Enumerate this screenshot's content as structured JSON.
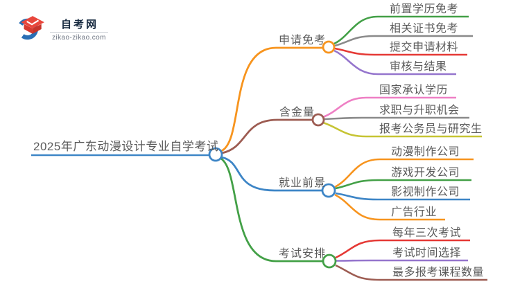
{
  "logo": {
    "title": "自考网",
    "domain": "zikao-zikao.com"
  },
  "colors": {
    "blue": "#3d85c6",
    "orange": "#f7941e",
    "green": "#43a047",
    "gray": "#8a8a8a",
    "red": "#e53935",
    "purple": "#9575cd",
    "maroon": "#9d5c52",
    "pink": "#ee7fc4",
    "olive": "#c6c433",
    "logo_blue": "#2a6fb5",
    "logo_red": "#e8463c",
    "logo_red_dark": "#d63a30"
  },
  "mindmap": {
    "root": "2025年广东动漫设计专业自学考试",
    "branches": [
      {
        "label": "申请免考",
        "color": "orange",
        "children": [
          {
            "label": "前置学历免考",
            "color": "green"
          },
          {
            "label": "相关证书免考",
            "color": "gray"
          },
          {
            "label": "提交申请材料",
            "color": "red"
          },
          {
            "label": "审核与结果",
            "color": "purple"
          }
        ]
      },
      {
        "label": "含金量",
        "color": "maroon",
        "children": [
          {
            "label": "国家承认学历",
            "color": "pink"
          },
          {
            "label": "求职与升职机会",
            "color": "gray"
          },
          {
            "label": "报考公务员与研究生",
            "color": "olive"
          }
        ]
      },
      {
        "label": "就业前景",
        "color": "blue",
        "children": [
          {
            "label": "动漫制作公司",
            "color": "orange"
          },
          {
            "label": "游戏开发公司",
            "color": "green"
          },
          {
            "label": "影视制作公司",
            "color": "blue"
          },
          {
            "label": "广告行业",
            "color": "orange"
          }
        ]
      },
      {
        "label": "考试安排",
        "color": "green",
        "children": [
          {
            "label": "每年三次考试",
            "color": "red"
          },
          {
            "label": "考试时间选择",
            "color": "purple"
          },
          {
            "label": "最多报考课程数量",
            "color": "maroon"
          }
        ]
      }
    ]
  }
}
